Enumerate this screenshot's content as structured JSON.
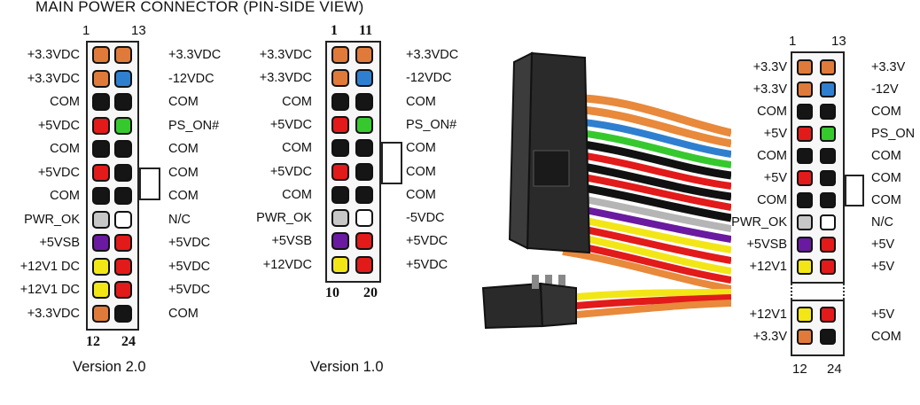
{
  "title": "MAIN POWER CONNECTOR   (PIN-SIDE VIEW)",
  "colors": {
    "orange": "#e07a3a",
    "blue": "#2f7fd0",
    "black": "#151515",
    "red": "#e21a1a",
    "green": "#36c92e",
    "gray": "#c7c7c7",
    "white": "#ffffff",
    "purple": "#6a1aa0",
    "yellow": "#f3e617"
  },
  "v20": {
    "caption": "Version 2.0",
    "top_nums": [
      "1",
      "13"
    ],
    "bottom_nums": [
      "12",
      "24"
    ],
    "left_labels": [
      "+3.3VDC",
      "+3.3VDC",
      "COM",
      "+5VDC",
      "COM",
      "+5VDC",
      "COM",
      "PWR_OK",
      "+5VSB",
      "+12V1 DC",
      "+12V1 DC",
      "+3.3VDC"
    ],
    "right_labels": [
      "+3.3VDC",
      "-12VDC",
      "COM",
      "PS_ON#",
      "COM",
      "COM",
      "COM",
      "N/C",
      "+5VDC",
      "+5VDC",
      "+5VDC",
      "COM"
    ],
    "left_pins": [
      "orange",
      "orange",
      "black",
      "red",
      "black",
      "red",
      "black",
      "gray",
      "purple",
      "yellow",
      "yellow",
      "orange"
    ],
    "right_pins": [
      "orange",
      "blue",
      "black",
      "green",
      "black",
      "black",
      "black",
      "white",
      "red",
      "red",
      "red",
      "black"
    ]
  },
  "v10": {
    "caption": "Version 1.0",
    "top_nums": [
      "1",
      "11"
    ],
    "bottom_nums": [
      "10",
      "20"
    ],
    "left_labels": [
      "+3.3VDC",
      "+3.3VDC",
      "COM",
      "+5VDC",
      "COM",
      "+5VDC",
      "COM",
      "PWR_OK",
      "+5VSB",
      "+12VDC"
    ],
    "right_labels": [
      "+3.3VDC",
      "-12VDC",
      "COM",
      "PS_ON#",
      "COM",
      "COM",
      "COM",
      "-5VDC",
      "+5VDC",
      "+5VDC"
    ],
    "left_pins": [
      "orange",
      "orange",
      "black",
      "red",
      "black",
      "red",
      "black",
      "gray",
      "purple",
      "yellow"
    ],
    "right_pins": [
      "orange",
      "blue",
      "black",
      "green",
      "black",
      "black",
      "black",
      "white",
      "red",
      "red"
    ]
  },
  "photo_diagram": {
    "top_nums": [
      "1",
      "13"
    ],
    "bottom_nums": [
      "12",
      "24"
    ],
    "left_labels": [
      "+3.3V",
      "+3.3V",
      "COM",
      "+5V",
      "COM",
      "+5V",
      "COM",
      "PWR_OK",
      "+5VSB",
      "+12V1"
    ],
    "right_labels": [
      "+3.3V",
      "-12V",
      "COM",
      "PS_ON",
      "COM",
      "COM",
      "COM",
      "N/C",
      "+5V",
      "+5V"
    ],
    "left_pins": [
      "orange",
      "orange",
      "black",
      "red",
      "black",
      "red",
      "black",
      "gray",
      "purple",
      "yellow"
    ],
    "right_pins": [
      "orange",
      "blue",
      "black",
      "green",
      "black",
      "black",
      "black",
      "white",
      "red",
      "red"
    ],
    "ext_left_labels": [
      "+12V1",
      "+3.3V"
    ],
    "ext_right_labels": [
      "+5V",
      "COM"
    ],
    "ext_left_pins": [
      "yellow",
      "orange"
    ],
    "ext_right_pins": [
      "red",
      "black"
    ]
  }
}
